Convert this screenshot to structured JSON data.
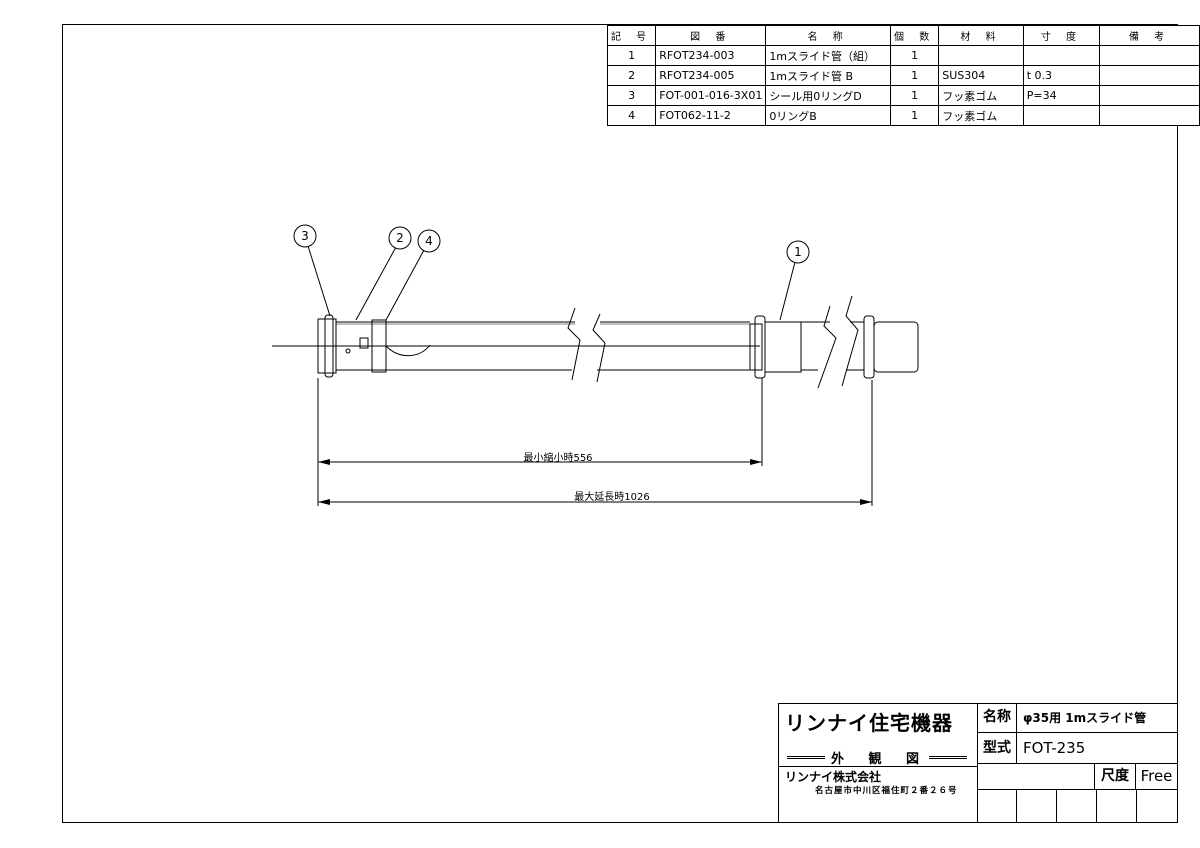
{
  "parts_table": {
    "headers": [
      "記 号",
      "図 番",
      "名 称",
      "個 数",
      "材 料",
      "寸 度",
      "備 考"
    ],
    "rows": [
      {
        "no": "1",
        "drawing_no": "RFOT234-003",
        "name": "1mスライド管（組）",
        "qty": "1",
        "material": "",
        "dimension": "",
        "remarks": ""
      },
      {
        "no": "2",
        "drawing_no": "RFOT234-005",
        "name": "1mスライド管 B",
        "qty": "1",
        "material": "SUS304",
        "dimension": "t 0.3",
        "remarks": ""
      },
      {
        "no": "3",
        "drawing_no": "FOT-001-016-3X01",
        "name": "シール用0リングD",
        "qty": "1",
        "material": "フッ素ゴム",
        "dimension": "P=34",
        "remarks": ""
      },
      {
        "no": "4",
        "drawing_no": "FOT062-11-2",
        "name": "0リングB",
        "qty": "1",
        "material": "フッ素ゴム",
        "dimension": "",
        "remarks": ""
      }
    ]
  },
  "callouts": [
    "3",
    "2",
    "4",
    "1"
  ],
  "dimensions": {
    "min_length": "最小縮小時556",
    "max_length": "最大延長時1026"
  },
  "title_block": {
    "manufacturer": "リンナイ住宅機器",
    "view_label": "外 観 図",
    "company": "リンナイ株式会社",
    "address": "名古屋市中川区福住町２番２６号",
    "name_label": "名称",
    "name_value": "φ35用 1mスライド管",
    "model_label": "型式",
    "model_value": "FOT-235",
    "scale_label": "尺度",
    "scale_value": "Free"
  },
  "colors": {
    "line": "#000000",
    "background": "#ffffff"
  }
}
